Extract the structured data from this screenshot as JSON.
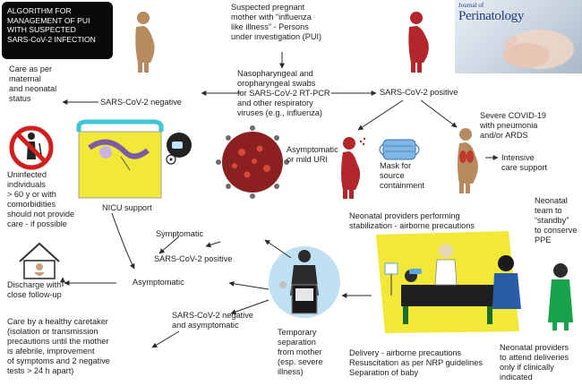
{
  "title": [
    "ALGORITHM FOR",
    "MANAGEMENT OF PUI",
    "WITH SUSPECTED",
    "SARS-CoV-2 INFECTION"
  ],
  "journal": {
    "of": "Journal of",
    "name": "Perinatology"
  },
  "top_text": [
    "Suspected pregnant",
    "mother with “influenza",
    "like illness” - Persons",
    "under investigation (PUI)"
  ],
  "swabs_text": [
    "Nasopharyngeal and",
    "oropharyngeal swabs",
    "for SARS-CoV-2 RT-PCR",
    "and other respiratory",
    "viruses (e.g., influenza)"
  ],
  "care_maternal": [
    "Care as per",
    "maternal",
    "and neonatal",
    "status"
  ],
  "negative": "SARS-CoV-2 negative",
  "positive": "SARS-CoV-2 positive",
  "severe": [
    "Severe COVID-19",
    "with pneumonia",
    "and/or ARDS"
  ],
  "asymptomatic_uri": [
    "Asymptomatic",
    "or mild URI"
  ],
  "mask": [
    "Mask for",
    "source",
    "containment"
  ],
  "intensive": [
    "Intensive",
    "care support"
  ],
  "uninfected": [
    "Uninfected",
    "individuals",
    "> 60 y or with",
    "comorbidities",
    "should not provide",
    "care - if possible"
  ],
  "nicu": "NICU support",
  "symptomatic": "Symptomatic",
  "positive2": "SARS-CoV-2 positive",
  "asymptomatic": "Asymptomatic",
  "discharge": [
    "Discharge with",
    "close follow-up"
  ],
  "neg_asym": [
    "SARS-CoV-2 negative",
    "and asymptomatic"
  ],
  "caretaker": [
    "Care by a healthy caretaker",
    "(isolation or transmission",
    "precautions until the mother",
    "is afebrile, improvement",
    "of symptoms and 2 negative",
    "tests > 24 h apart)"
  ],
  "temp_sep": [
    "Temporary",
    "separation",
    "from mother",
    "(esp. severe",
    "illness)"
  ],
  "neonatal_providers": [
    "Neonatal providers performing",
    "stabilization - airborne precautions"
  ],
  "standby": [
    "Neonatal",
    "team to",
    "“standby”",
    "to conserve",
    "PPE"
  ],
  "delivery": [
    "Delivery - airborne precautions",
    "Resuscitation as per NRP guidelines",
    "Separation of baby"
  ],
  "attend": [
    "Neonatal providers",
    "to attend deliveries",
    "only if clinically",
    "indicated"
  ],
  "colors": {
    "mother_pos": "#b3262b",
    "mother_neutral": "#b88a60",
    "yellow": "#f2e838",
    "arrow": "#2a2a2a",
    "virus": "#8c1f1f"
  },
  "icons": [
    "pregnant-mother-icon",
    "virus-icon",
    "mask-icon",
    "house-icon",
    "no-elderly-icon",
    "incubator-icon",
    "doctor-ppe-icon",
    "delivery-room-icon"
  ]
}
